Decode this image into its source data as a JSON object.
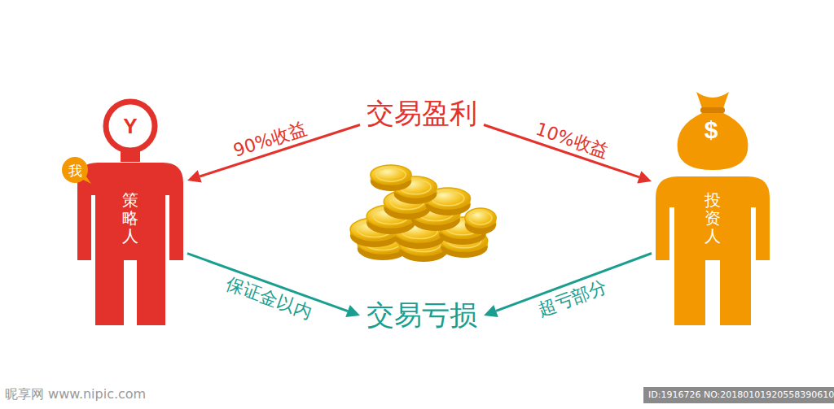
{
  "diagram": {
    "nodes": [
      {
        "text": [
          "交易盈利"
        ]
      },
      {
        "text": [
          "策略人"
        ]
      },
      {
        "text": [
          "我"
        ]
      },
      {
        "text": [
          "投资人"
        ]
      },
      {
        "text": [
          "交易亏损"
        ]
      }
    ],
    "edges": [
      {
        "from": 0,
        "to": 1,
        "label": "90%收益",
        "arrow": "to"
      },
      {
        "from": 0,
        "to": 3,
        "label": "10%收益",
        "arrow": "to"
      },
      {
        "from": 1,
        "to": 4,
        "label": "保证金以内",
        "arrow": "to"
      },
      {
        "from": 3,
        "to": 4,
        "label": "超亏部分",
        "arrow": "to"
      }
    ],
    "labels": [
      "Y",
      "$",
      "昵享网 www.nipic.com",
      "ID:1916726 NO:20180101920558390610"
    ]
  }
}
